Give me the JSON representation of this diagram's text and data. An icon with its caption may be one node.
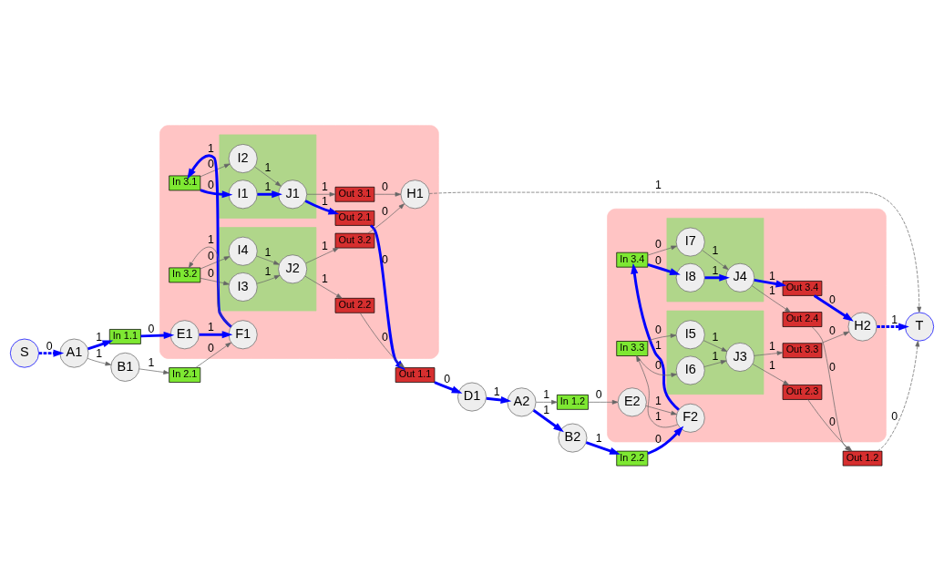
{
  "diagram": {
    "nodes": [
      {
        "text": [],
        "shape": "box"
      },
      {
        "text": [],
        "shape": "ellipse",
        "in": 0
      },
      {
        "text": [
          "In 3.1"
        ],
        "in": 0
      },
      {
        "text": [
          "I1"
        ],
        "in": 1
      },
      {
        "text": [
          "I2"
        ],
        "in": 1
      },
      {
        "text": [
          "J1"
        ],
        "in": 1
      },
      {
        "text": [
          "Out 2.1"
        ],
        "in": 0
      },
      {
        "text": [
          "Out 3.1"
        ],
        "in": 0
      },
      {
        "text": [],
        "shape": "ellipse",
        "in": 0
      },
      {
        "text": [
          "In 3.2"
        ],
        "in": 0
      },
      {
        "text": [
          "I3"
        ],
        "in": 8
      },
      {
        "text": [
          "I4"
        ],
        "in": 8
      },
      {
        "text": [
          "J2"
        ],
        "in": 8
      },
      {
        "text": [
          "Out 2.2"
        ],
        "in": 0
      },
      {
        "text": [
          "Out 3.2"
        ],
        "in": 0
      },
      {
        "text": [
          "H1"
        ],
        "in": 0
      },
      {
        "text": [
          "F1"
        ],
        "in": 0
      },
      {
        "text": [
          "E1"
        ],
        "in": 0
      },
      {
        "text": [
          "Out 1.1"
        ]
      },
      {
        "text": [
          "In 2.1"
        ]
      },
      {
        "text": [
          "In 1.1"
        ]
      },
      {
        "text": [
          "A1"
        ]
      },
      {
        "text": [
          "B1"
        ]
      },
      {
        "text": [
          "S"
        ]
      },
      {
        "text": [
          "T"
        ]
      },
      {
        "text": [
          "D1"
        ]
      },
      {
        "text": [
          "A2"
        ]
      },
      {
        "text": [
          "B2"
        ]
      },
      {
        "text": [
          "In 1.2"
        ]
      },
      {
        "text": [
          "In 2.2"
        ]
      },
      {
        "text": [],
        "shape": "box"
      },
      {
        "text": [
          "E2"
        ],
        "in": 30
      },
      {
        "text": [
          "F2"
        ],
        "in": 30
      },
      {
        "text": [
          "H2"
        ],
        "in": 30
      },
      {
        "text": [
          "Out 3.4"
        ],
        "in": 30
      },
      {
        "text": [],
        "shape": "ellipse",
        "in": 30
      },
      {
        "text": [
          "I8"
        ],
        "in": 35
      },
      {
        "text": [
          "J4"
        ],
        "in": 35
      },
      {
        "text": [
          "I7"
        ],
        "in": 35
      },
      {
        "text": [
          "Out 2.4"
        ],
        "in": 30
      },
      {
        "text": [
          "In 3.4"
        ],
        "in": 30
      },
      {
        "text": [
          "Out 1.2"
        ]
      },
      {
        "text": [
          "Out 3.3"
        ],
        "in": 30
      },
      {
        "text": [],
        "shape": "ellipse",
        "in": 30
      },
      {
        "text": [
          "I6"
        ],
        "in": 43
      },
      {
        "text": [
          "J3"
        ],
        "in": 43
      },
      {
        "text": [
          "I5"
        ],
        "in": 43
      },
      {
        "text": [
          "Out 2.3"
        ],
        "in": 30
      },
      {
        "text": [
          "In 3.3"
        ],
        "in": 30
      }
    ],
    "edges": [
      {
        "from": 2,
        "to": 3,
        "arrow": "to",
        "label": "0",
        "style": "thick",
        "color": "#0000ff"
      },
      {
        "from": 2,
        "to": 4,
        "arrow": "to",
        "label": "0"
      },
      {
        "from": 3,
        "to": 5,
        "arrow": "to",
        "label": "1",
        "style": "thick",
        "color": "#0000ff"
      },
      {
        "from": 4,
        "to": 5,
        "arrow": "to",
        "label": "1"
      },
      {
        "from": 5,
        "to": 6,
        "arrow": "to",
        "label": "1",
        "style": "thick",
        "color": "#0000ff"
      },
      {
        "from": 5,
        "to": 7,
        "arrow": "to",
        "label": "1"
      },
      {
        "from": 6,
        "to": 18,
        "arrow": "to",
        "label": "0",
        "style": "thick",
        "color": "#0000ff"
      },
      {
        "from": 7,
        "to": 15,
        "arrow": "to",
        "label": "0"
      },
      {
        "from": 9,
        "to": 10,
        "arrow": "to",
        "label": "0"
      },
      {
        "from": 9,
        "to": 11,
        "arrow": "to",
        "label": "0"
      },
      {
        "from": 10,
        "to": 12,
        "arrow": "to",
        "label": "1"
      },
      {
        "from": 11,
        "to": 12,
        "arrow": "to",
        "label": "1"
      },
      {
        "from": 12,
        "to": 13,
        "arrow": "to",
        "label": "1"
      },
      {
        "from": 12,
        "to": 14,
        "arrow": "to",
        "label": "1"
      },
      {
        "from": 13,
        "to": 18,
        "arrow": "to",
        "label": "0"
      },
      {
        "from": 14,
        "to": 15,
        "arrow": "to",
        "label": "0"
      },
      {
        "from": 16,
        "to": 9,
        "arrow": "to",
        "label": "1"
      },
      {
        "from": 16,
        "to": 2,
        "arrow": "to",
        "label": "1",
        "style": "thick",
        "color": "#0000ff"
      },
      {
        "from": 17,
        "to": 16,
        "arrow": "to",
        "label": "1",
        "style": "thick",
        "color": "#0000ff"
      },
      {
        "from": 19,
        "to": 16,
        "arrow": "to",
        "label": "0"
      },
      {
        "from": 20,
        "to": 17,
        "arrow": "to",
        "label": "0",
        "style": "thick",
        "color": "#0000ff"
      },
      {
        "from": 21,
        "to": 20,
        "arrow": "to",
        "label": "1",
        "style": "thick",
        "color": "#0000ff"
      },
      {
        "from": 21,
        "to": 22,
        "arrow": "to",
        "label": "1"
      },
      {
        "from": 22,
        "to": 19,
        "arrow": "to",
        "label": "1"
      },
      {
        "from": 23,
        "to": 21,
        "arrow": "to",
        "label": "0",
        "style": "dashed",
        "color": "#0000ff"
      },
      {
        "from": 15,
        "to": 24,
        "arrow": "to",
        "label": "1",
        "style": "dashed"
      },
      {
        "from": 18,
        "to": 25,
        "arrow": "to",
        "label": "0",
        "style": "thick",
        "color": "#0000ff"
      },
      {
        "from": 25,
        "to": 26,
        "arrow": "to",
        "label": "1",
        "style": "thick",
        "color": "#0000ff"
      },
      {
        "from": 26,
        "to": 27,
        "arrow": "to",
        "label": "1",
        "style": "thick",
        "color": "#0000ff"
      },
      {
        "from": 26,
        "to": 28,
        "arrow": "to",
        "label": "1"
      },
      {
        "from": 27,
        "to": 29,
        "arrow": "to",
        "label": "1",
        "style": "thick",
        "color": "#0000ff"
      },
      {
        "from": 28,
        "to": 31,
        "arrow": "to",
        "label": "0"
      },
      {
        "from": 29,
        "to": 32,
        "arrow": "to",
        "label": "0",
        "style": "thick",
        "color": "#0000ff"
      },
      {
        "from": 31,
        "to": 32,
        "arrow": "to",
        "label": "1"
      },
      {
        "from": 32,
        "to": 48,
        "arrow": "to",
        "label": "1"
      },
      {
        "from": 32,
        "to": 40,
        "arrow": "to",
        "label": "1",
        "style": "thick",
        "color": "#0000ff"
      },
      {
        "from": 40,
        "to": 36,
        "arrow": "to",
        "label": "0",
        "style": "thick",
        "color": "#0000ff"
      },
      {
        "from": 40,
        "to": 38,
        "arrow": "to",
        "label": "0"
      },
      {
        "from": 36,
        "to": 37,
        "arrow": "to",
        "label": "1",
        "style": "thick",
        "color": "#0000ff"
      },
      {
        "from": 38,
        "to": 37,
        "arrow": "to",
        "label": "1"
      },
      {
        "from": 37,
        "to": 34,
        "arrow": "to",
        "label": "1",
        "style": "thick",
        "color": "#0000ff"
      },
      {
        "from": 37,
        "to": 39,
        "arrow": "to",
        "label": "1"
      },
      {
        "from": 34,
        "to": 33,
        "arrow": "to",
        "label": "0",
        "style": "thick",
        "color": "#0000ff"
      },
      {
        "from": 39,
        "to": 41,
        "arrow": "to",
        "label": "0"
      },
      {
        "from": 42,
        "to": 33,
        "arrow": "to",
        "label": "0"
      },
      {
        "from": 41,
        "to": 24,
        "arrow": "to",
        "label": "0",
        "style": "dashed"
      },
      {
        "from": 33,
        "to": 24,
        "arrow": "to",
        "label": "1",
        "style": "dashed",
        "color": "#0000ff"
      },
      {
        "from": 48,
        "to": 44,
        "arrow": "to",
        "label": "0"
      },
      {
        "from": 48,
        "to": 46,
        "arrow": "to",
        "label": "0"
      },
      {
        "from": 44,
        "to": 45,
        "arrow": "to",
        "label": "1"
      },
      {
        "from": 46,
        "to": 45,
        "arrow": "to",
        "label": "1"
      },
      {
        "from": 45,
        "to": 42,
        "arrow": "to",
        "label": "1"
      },
      {
        "from": 45,
        "to": 47,
        "arrow": "to",
        "label": "1"
      },
      {
        "from": 47,
        "to": 41,
        "arrow": "to",
        "label": "0"
      }
    ]
  }
}
